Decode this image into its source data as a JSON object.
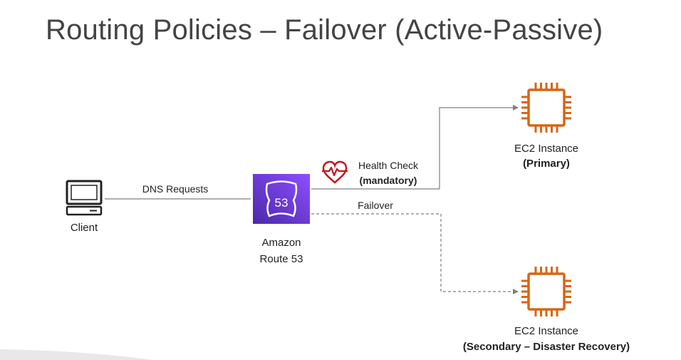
{
  "title": "Routing Policies – Failover (Active-Passive)",
  "client": {
    "label": "Client"
  },
  "edge_dns": {
    "label": "DNS Requests"
  },
  "route53": {
    "badge": "53",
    "label_line1": "Amazon",
    "label_line2": "Route 53"
  },
  "health_check": {
    "label": "Health Check",
    "note": "(mandatory)"
  },
  "failover": {
    "label": "Failover"
  },
  "primary": {
    "label": "EC2 Instance",
    "role": "(Primary)"
  },
  "secondary": {
    "label": "EC2 Instance",
    "role": "(Secondary – Disaster Recovery)"
  },
  "colors": {
    "route53_dark": "#4d27aa",
    "route53_light": "#8c4fff",
    "ec2_orange": "#d86613",
    "health_red": "#c7131f",
    "line_gray": "#7f7f7f"
  },
  "icons": {
    "client": "computer-monitor-icon",
    "route53": "route53-shield-icon",
    "health": "heartbeat-icon",
    "ec2": "chip-icon"
  }
}
